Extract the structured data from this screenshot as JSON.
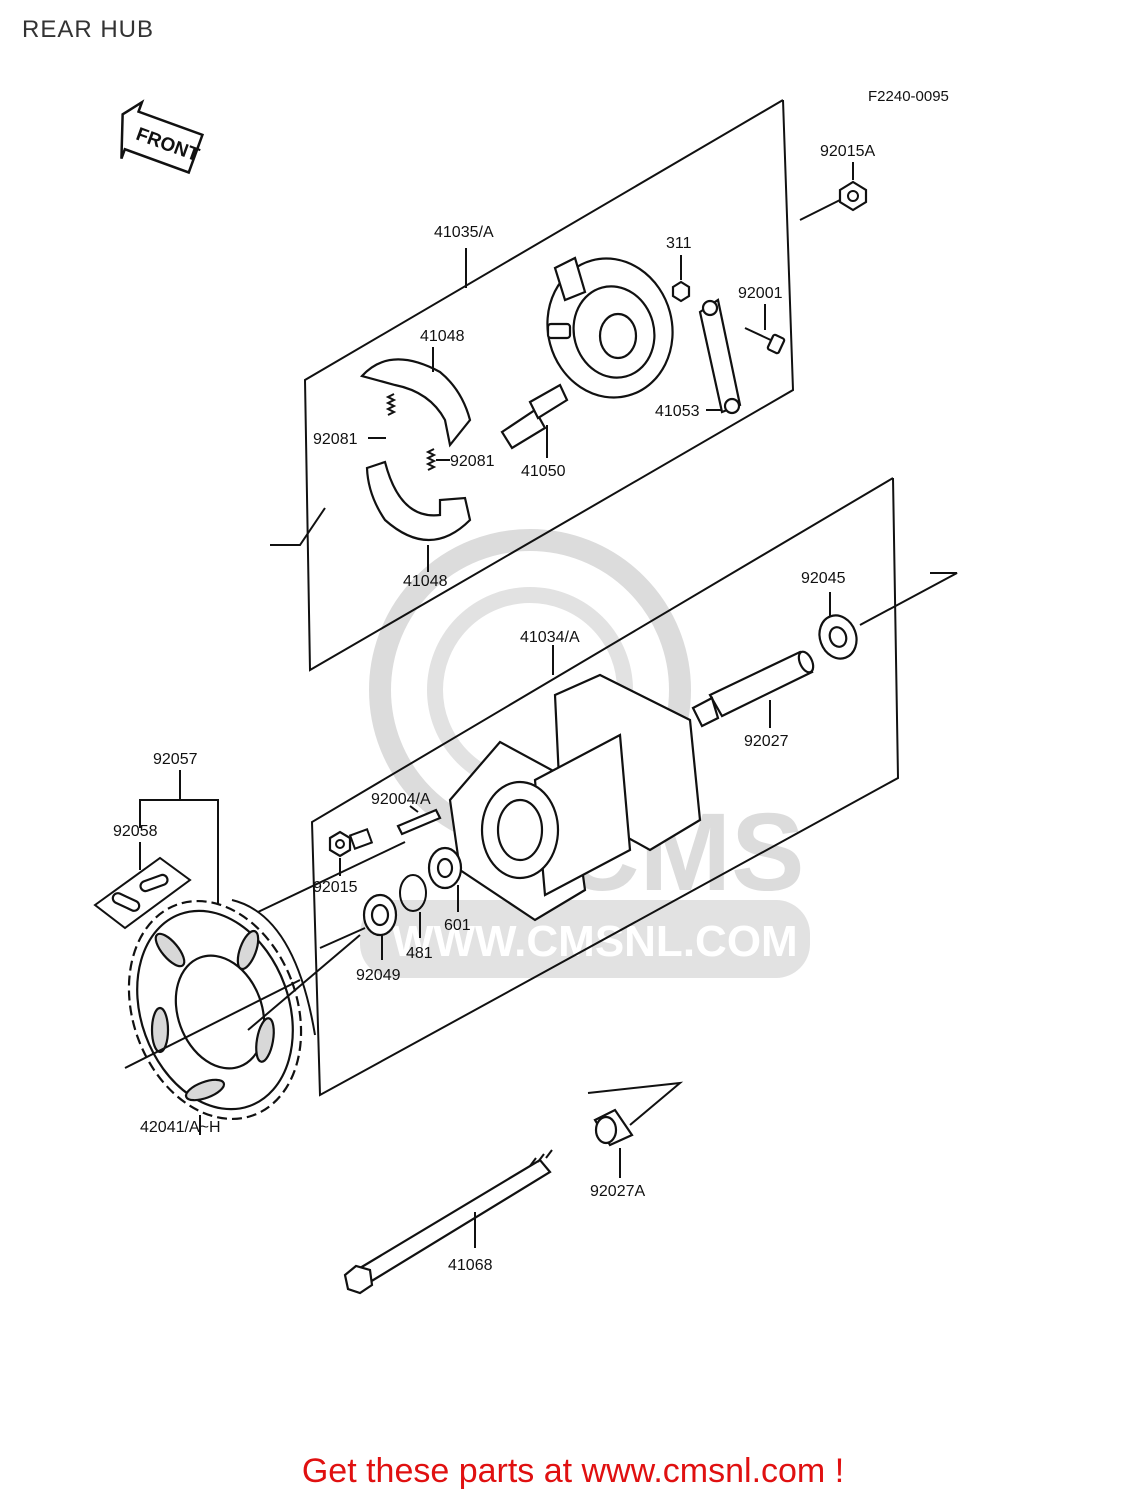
{
  "page": {
    "title": "REAR HUB",
    "diagram_code": "F2240-0095",
    "footer": "Get these parts at www.cmsnl.com !"
  },
  "front_arrow": {
    "label": "FRONT"
  },
  "watermark": {
    "brand": "CMS",
    "url": "WWW.CMSNL.COM",
    "color": "#dcdcdc"
  },
  "callouts": {
    "p92015A": "92015A",
    "p41035A": "41035/A",
    "p311": "311",
    "p92001": "92001",
    "p41048_top": "41048",
    "p92081_left": "92081",
    "p92081_right": "92081",
    "p41050": "41050",
    "p41053": "41053",
    "p41048_bottom": "41048",
    "p92045": "92045",
    "p41034A": "41034/A",
    "p92027": "92027",
    "p92057": "92057",
    "p92058": "92058",
    "p92004A": "92004/A",
    "p92015": "92015",
    "p601": "601",
    "p481": "481",
    "p92049": "92049",
    "p42041": "42041/A~H",
    "p92027A": "92027A",
    "p41068": "41068"
  },
  "colors": {
    "line": "#111111",
    "footer": "#e01010",
    "title": "#333333"
  }
}
